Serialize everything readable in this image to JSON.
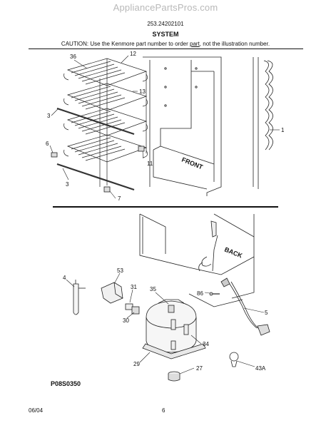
{
  "header": {
    "site": "AppliancePartsPros.com",
    "model_number": "253.24202101",
    "section_title": "SYSTEM",
    "caution_prefix": "CAUTION: Use the Kenmore part number to order ",
    "caution_underlined": "part",
    "caution_suffix": ", not the illustration number."
  },
  "callouts": {
    "c36": "36",
    "c12": "12",
    "c13": "13",
    "c3a": "3",
    "c6": "6",
    "c11": "11",
    "c3b": "3",
    "c7": "7",
    "c1": "1",
    "c4": "4",
    "c53": "53",
    "c31": "31",
    "c35": "35",
    "c86": "86",
    "c5": "5",
    "c30": "30",
    "c34": "34",
    "c29": "29",
    "c27": "27",
    "c43a": "43A"
  },
  "labels": {
    "front": "FRONT",
    "back": "BACK"
  },
  "footer": {
    "art_code": "P08S0350",
    "date": "06/04",
    "page": "6"
  }
}
